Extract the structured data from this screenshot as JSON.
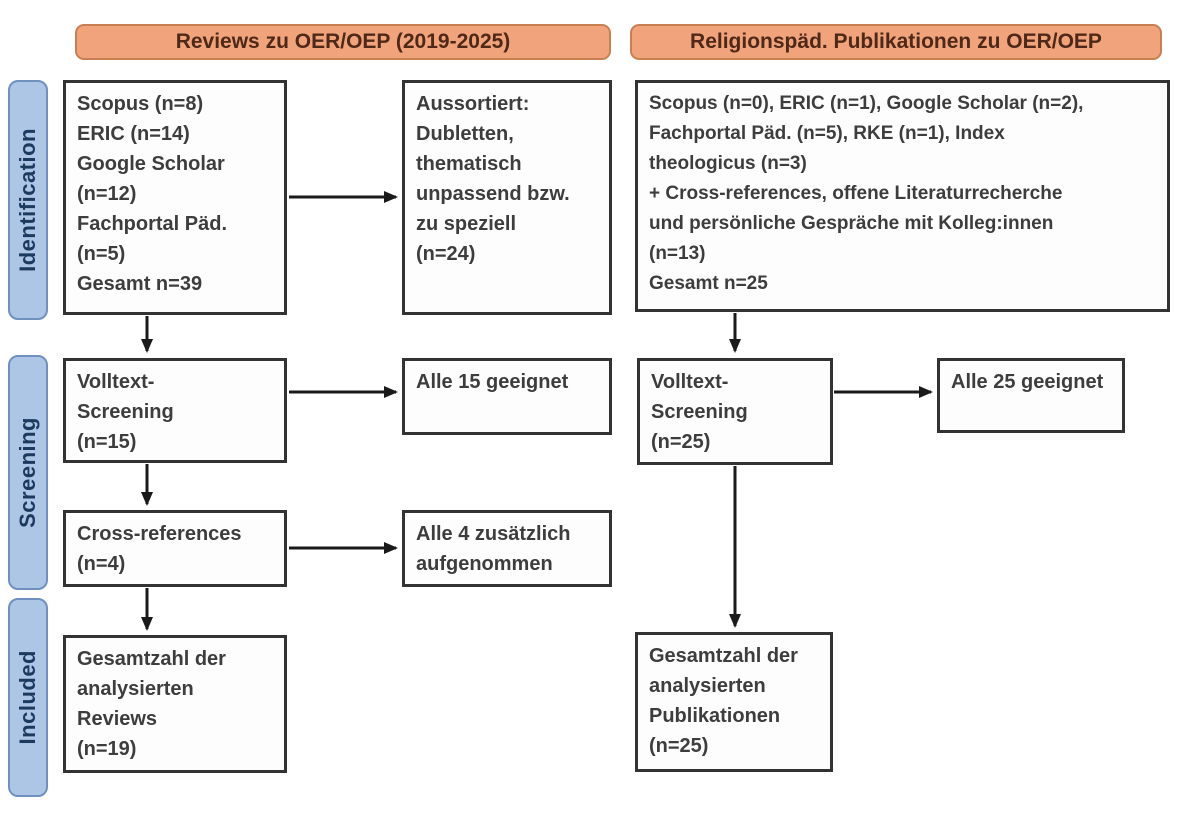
{
  "headers": {
    "left": "Reviews zu OER/OEP (2019-2025)",
    "right": "Religionspäd. Publikationen zu OER/OEP"
  },
  "stages": {
    "identification": "Identification",
    "screening": "Screening",
    "included": "Included"
  },
  "left_column": {
    "sources": "Scopus (n=8)\nERIC (n=14)\nGoogle Scholar\n(n=12)\nFachportal Päd.\n(n=5)\nGesamt n=39",
    "excluded": "Aussortiert:\nDubletten,\nthematisch\nunpassend bzw.\nzu speziell\n(n=24)",
    "fulltext_screening": "Volltext-\nScreening\n(n=15)",
    "fulltext_result": "Alle 15 geeignet",
    "cross_references": "Cross-references\n(n=4)",
    "cross_references_result": "Alle 4 zusätzlich\naufgenommen",
    "included_total": "Gesamtzahl der\nanalysierten\nReviews\n(n=19)"
  },
  "right_column": {
    "sources": "Scopus (n=0), ERIC (n=1), Google Scholar (n=2),\nFachportal Päd. (n=5), RKE (n=1), Index\ntheologicus (n=3)\n+ Cross-references, offene Literaturrecherche\nund persönliche Gespräche mit Kolleg:innen\n(n=13)\nGesamt n=25",
    "fulltext_screening": "Volltext-\nScreening\n(n=25)",
    "fulltext_result": "Alle 25 geeignet",
    "included_total": "Gesamtzahl der\nanalysierten\nPublikationen\n(n=25)"
  },
  "colors": {
    "header_fill": "#f1a47c",
    "header_border": "#c87f52",
    "header_text": "#4f2818",
    "stage_fill": "#aec6e6",
    "stage_border": "#7091c0",
    "stage_text": "#1c3a5e",
    "box_border": "#333333",
    "box_text": "#3d3d3d",
    "arrow": "#1a1a1a",
    "background": "#ffffff"
  }
}
